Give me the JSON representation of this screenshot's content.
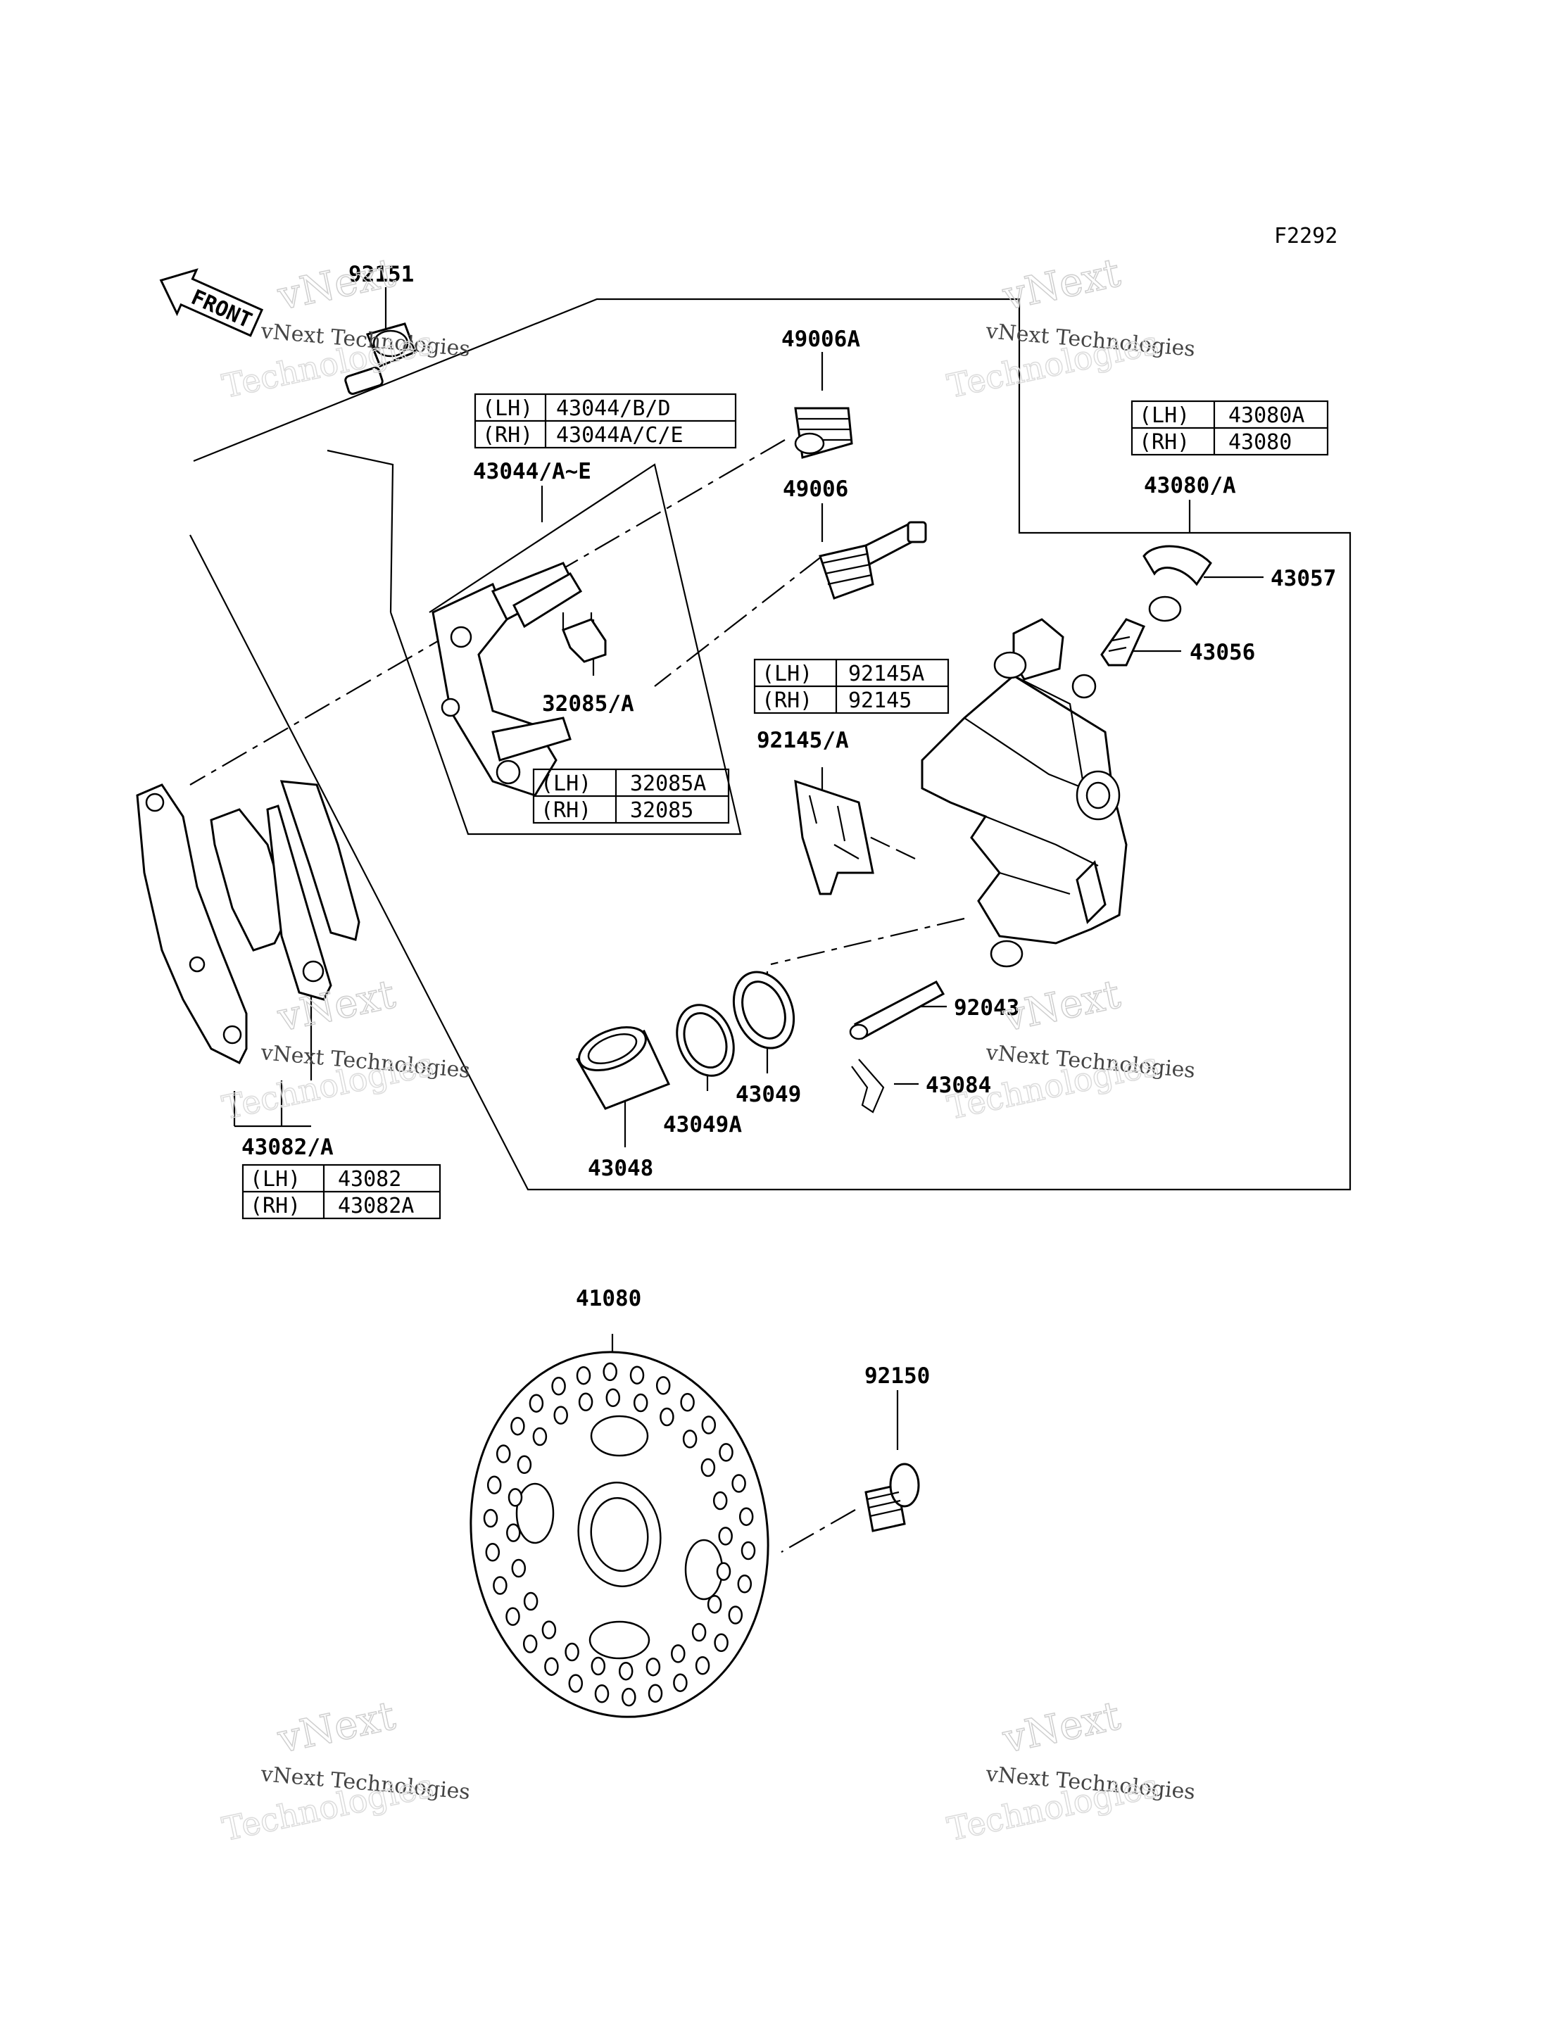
{
  "figure_code": "F2292",
  "front_label": "FRONT",
  "watermark": {
    "line1": "vNext Technologies",
    "line2": "Technologies",
    "line3": "vNext"
  },
  "labels": {
    "p92151": "92151",
    "p49006A": "49006A",
    "p43044": "43044/A~E",
    "p49006": "49006",
    "p43080": "43080/A",
    "p43057": "43057",
    "p43056": "43056",
    "p32085": "32085/A",
    "p92145": "92145/A",
    "p92043": "92043",
    "p43084": "43084",
    "p43049": "43049",
    "p43049A": "43049A",
    "p43048": "43048",
    "p43082": "43082/A",
    "p41080": "41080",
    "p92150": "92150"
  },
  "tables": {
    "t43044": [
      [
        "(LH)",
        "43044/B/D"
      ],
      [
        "(RH)",
        "43044A/C/E"
      ]
    ],
    "t43080": [
      [
        "(LH)",
        "43080A"
      ],
      [
        "(RH)",
        "43080"
      ]
    ],
    "t92145": [
      [
        "(LH)",
        "92145A"
      ],
      [
        "(RH)",
        "92145"
      ]
    ],
    "t32085": [
      [
        "(LH)",
        "32085A"
      ],
      [
        "(RH)",
        "32085"
      ]
    ],
    "t43082": [
      [
        "(LH)",
        "43082"
      ],
      [
        "(RH)",
        "43082A"
      ]
    ]
  }
}
